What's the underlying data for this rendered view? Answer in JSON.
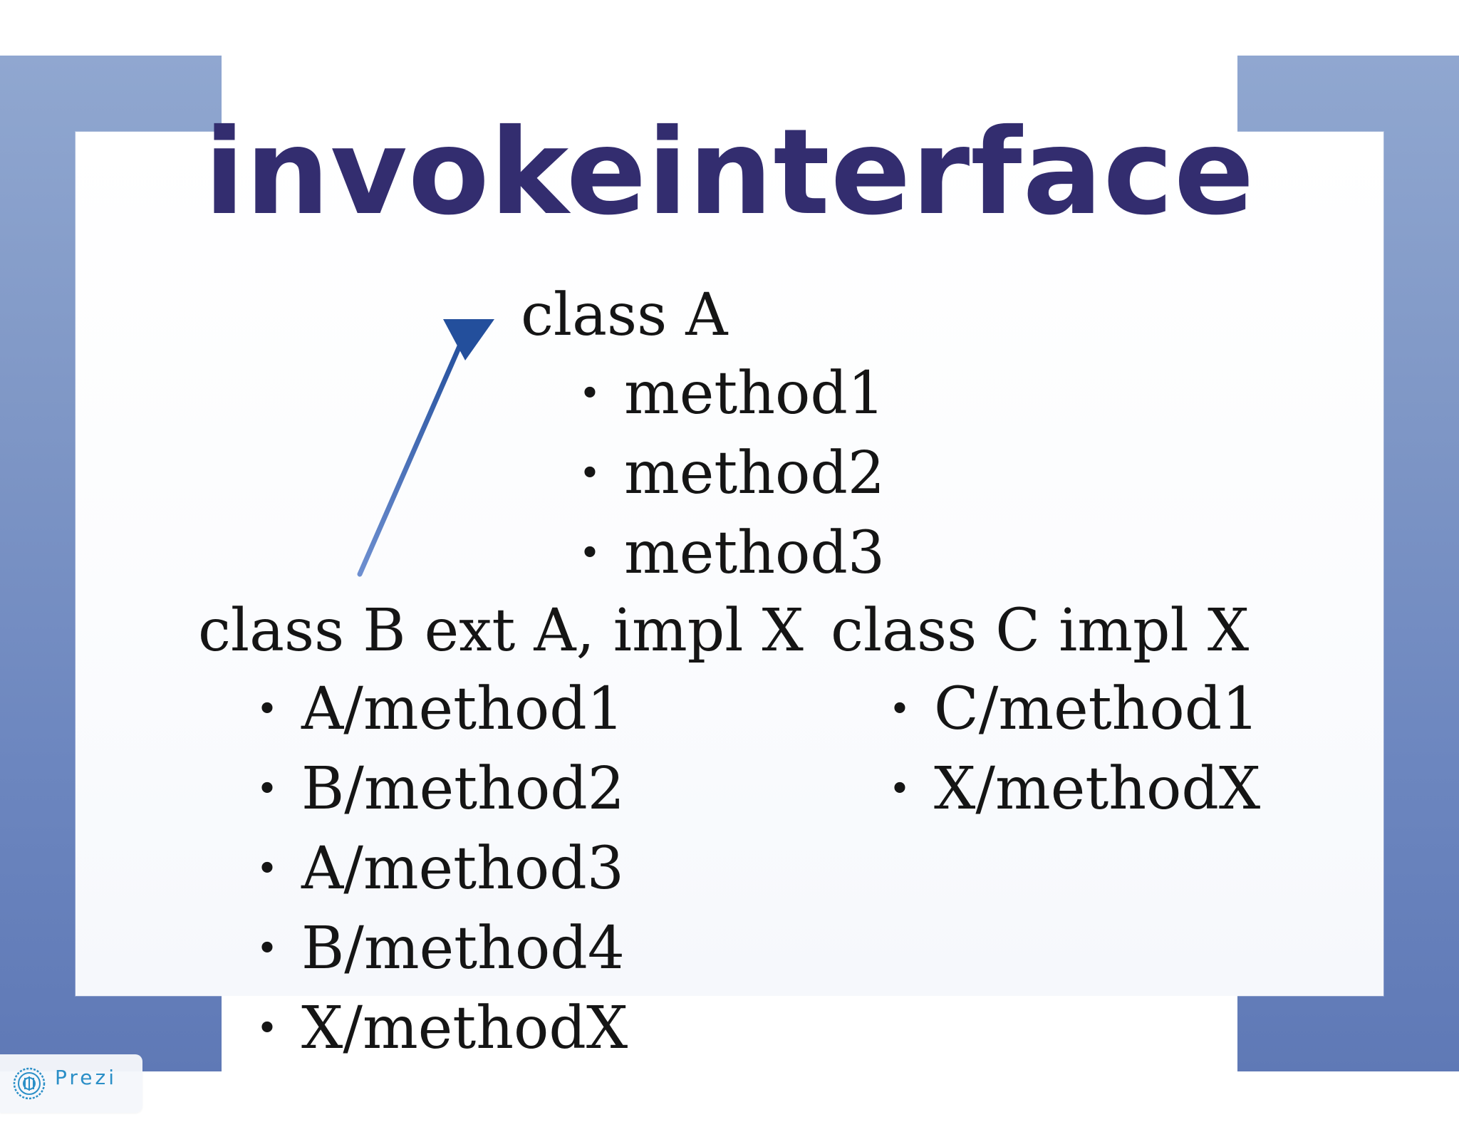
{
  "slide": {
    "title": "invokeinterface",
    "class_a": {
      "heading": "class A",
      "methods": [
        "method1",
        "method2",
        "method3"
      ]
    },
    "class_b": {
      "heading": "class B ext A, impl X",
      "methods": [
        "A/method1",
        "B/method2",
        "A/method3",
        "B/method4",
        "X/methodX"
      ]
    },
    "class_c": {
      "heading": "class C impl X",
      "methods": [
        "C/method1",
        "X/methodX"
      ]
    }
  },
  "branding": {
    "logo_icon": "prezi-logo-icon",
    "label": "Prezi"
  },
  "colors": {
    "title": "#332d6f",
    "frame": "#6f89c1",
    "arrow": "#2557a6",
    "prezi": "#2b8fc7"
  }
}
